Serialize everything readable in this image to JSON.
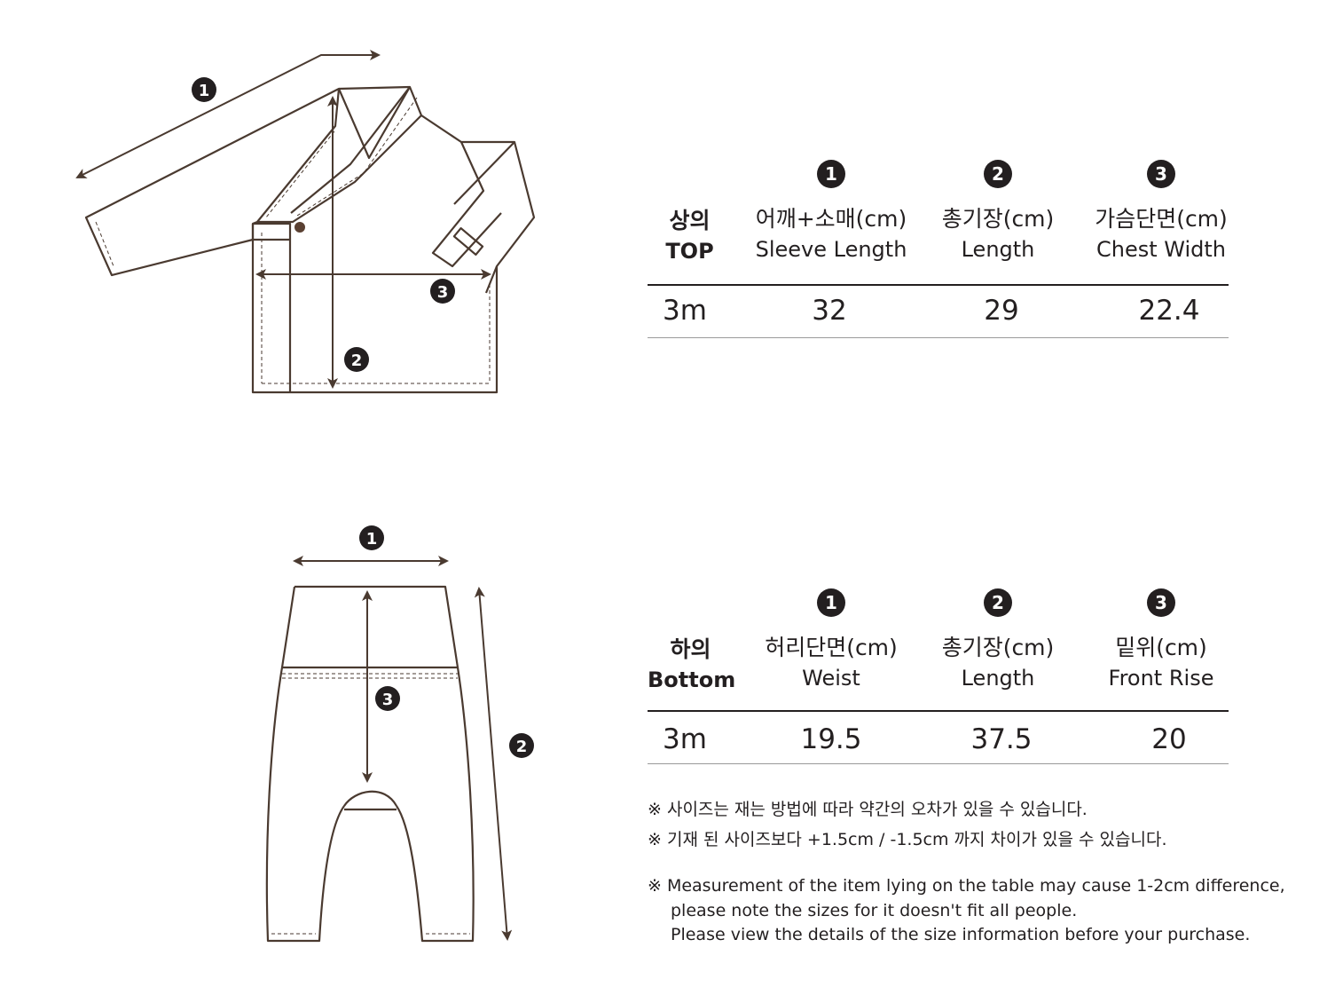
{
  "top": {
    "category_ko": "상의",
    "category_en": "TOP",
    "columns": [
      {
        "badge": "1",
        "ko": "어깨+소매(cm)",
        "en": "Sleeve Length"
      },
      {
        "badge": "2",
        "ko": "총기장(cm)",
        "en": "Length"
      },
      {
        "badge": "3",
        "ko": "가슴단면(cm)",
        "en": "Chest Width"
      }
    ],
    "row": {
      "size": "3m",
      "values": [
        "32",
        "29",
        "22.4"
      ]
    }
  },
  "bottom": {
    "category_ko": "하의",
    "category_en": "Bottom",
    "columns": [
      {
        "badge": "1",
        "ko": "허리단면(cm)",
        "en": "Weist"
      },
      {
        "badge": "2",
        "ko": "총기장(cm)",
        "en": "Length"
      },
      {
        "badge": "3",
        "ko": "밑위(cm)",
        "en": "Front Rise"
      }
    ],
    "row": {
      "size": "3m",
      "values": [
        "19.5",
        "37.5",
        "20"
      ]
    }
  },
  "diagram_badges": {
    "top": [
      "1",
      "2",
      "3"
    ],
    "bottom": [
      "1",
      "2",
      "3"
    ]
  },
  "notes_ko": [
    "※ 사이즈는 재는 방법에 따라 약간의 오차가 있을 수 있습니다.",
    "※ 기재 된 사이즈보다 +1.5cm / -1.5cm 까지 차이가 있을 수 있습니다."
  ],
  "notes_en": [
    "※ Measurement of the item lying on the table may cause 1-2cm difference,",
    "please note the sizes for it doesn't fit all people.",
    "Please view the details of the size information before your purchase."
  ],
  "colors": {
    "line": "#4a3a30",
    "text": "#231f20",
    "dot": "#5a4032"
  }
}
